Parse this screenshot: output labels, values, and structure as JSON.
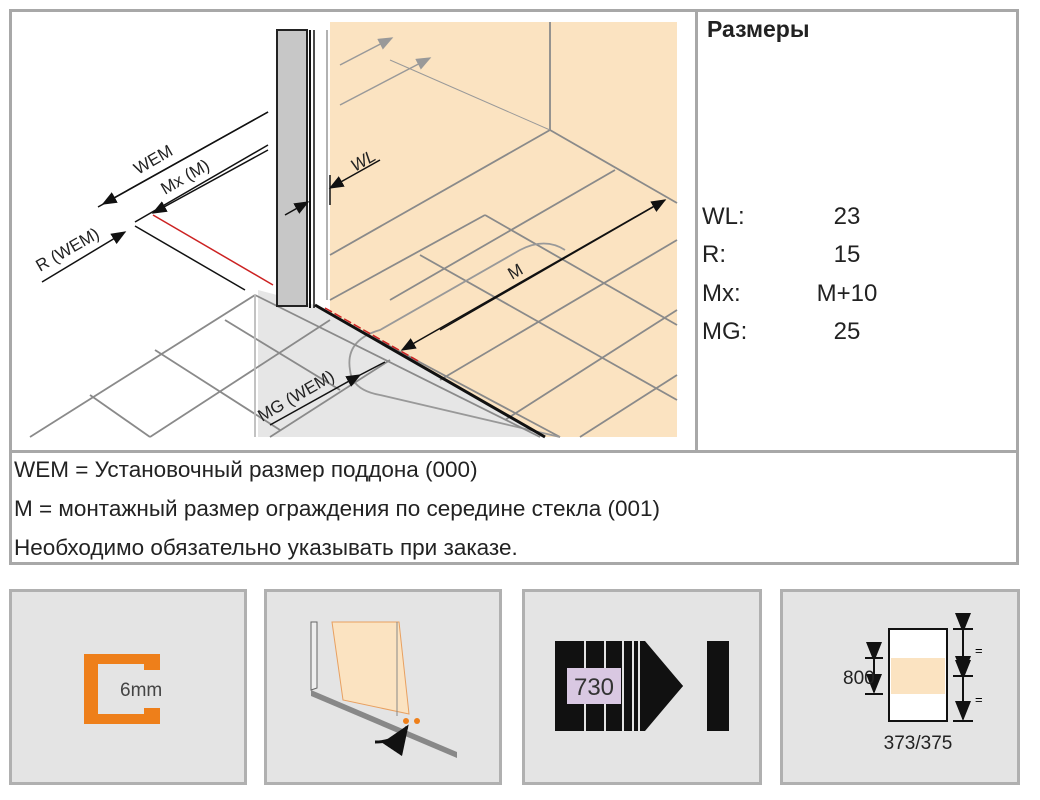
{
  "diagram": {
    "labels": {
      "wem": "WEM",
      "mx": "Mx (M)",
      "r": "R (WEM)",
      "wl": "WL",
      "m": "M",
      "mg": "MG (WEM)"
    }
  },
  "dimensions": {
    "title": "Размеры",
    "rows": [
      {
        "label": "WL:",
        "value": "23"
      },
      {
        "label": "R:",
        "value": "15"
      },
      {
        "label": "Mx:",
        "value": "M+10"
      },
      {
        "label": "MG:",
        "value": "25"
      }
    ]
  },
  "notes": [
    "WEM = Установочный размер поддона (000)",
    "M = монтажный размер ограждения по середине стекла (001)",
    "Необходимо обязательно указывать при заказе."
  ],
  "tiles": {
    "glass_thickness": "6mm",
    "height_code": "730",
    "handle_height": "800",
    "handle_model": "373/375",
    "equal_mark": "="
  },
  "colors": {
    "wall": "#fbe3c1",
    "orange": "#ee7f1a",
    "grid": "#8a8a8a",
    "tile_bg": "#e4e4e4",
    "code_bg": "#d9c8e2"
  }
}
